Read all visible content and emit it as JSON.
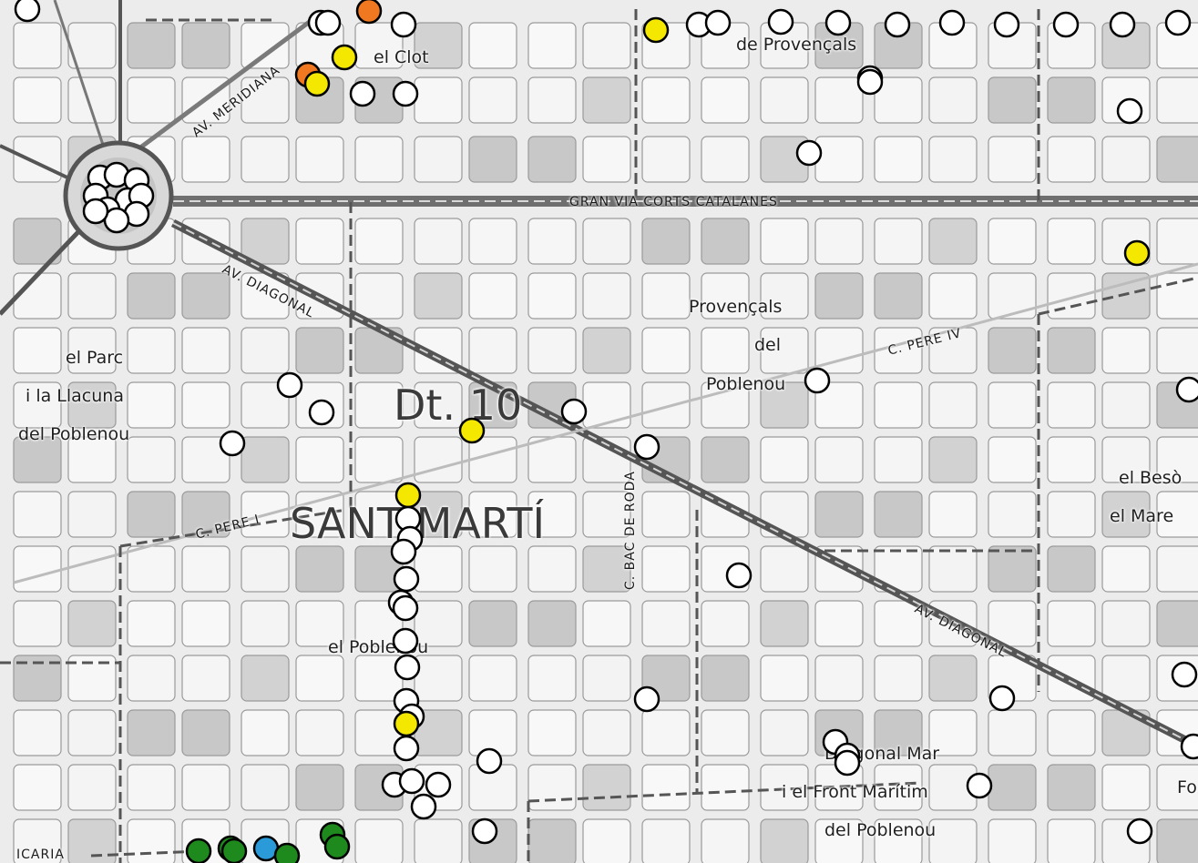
{
  "district": {
    "code": "Dt. 10",
    "name": "SANT MARTÍ"
  },
  "neighbourhoods": {
    "clot": "el Clot",
    "provencals_top": "de Provençals",
    "parc_1": "el Parc",
    "parc_2": "i la Llacuna",
    "parc_3": "del Poblenou",
    "prov_1": "Provençals",
    "prov_2": "del",
    "prov_3": "Poblenou",
    "poblenou": "el Poblenou",
    "besos": "el Besò",
    "maresme": "el Mare",
    "dm_1": "Diagonal Mar",
    "dm_2": "i el Front Marítim",
    "dm_3": "del Poblenou",
    "fo": "Fo"
  },
  "streets": {
    "meridiana": "AV. MERIDIANA",
    "gran_via": "GRAN VIA CORTS CATALANES",
    "diagonal_1": "AV. DIAGONAL",
    "diagonal_2": "AV. DIAGONAL",
    "pere_1": "C. PERE IV",
    "pere_2": "C. PERE I",
    "bac": "C. BAC DE RODA",
    "icaria": "ICARIA"
  },
  "colors": {
    "white": "#ffffff",
    "yellow": "#f5e800",
    "orange": "#f07820",
    "green": "#1e8a1e",
    "blue": "#2a9ad8",
    "outline": "#000000"
  }
}
